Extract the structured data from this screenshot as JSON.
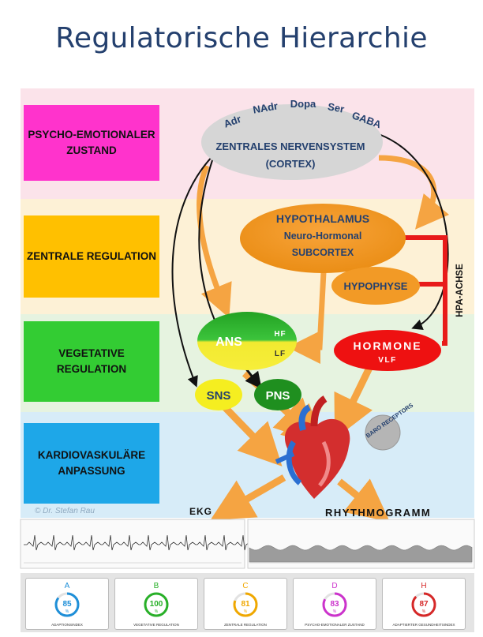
{
  "title": "Regulatorische Hierarchie",
  "levels": [
    {
      "label": "PSYCHO-EMOTIONALER ZUSTAND",
      "color": "#ff33cc"
    },
    {
      "label": "ZENTRALE REGULATION",
      "color": "#ffc000"
    },
    {
      "label": "VEGETATIVE REGULATION",
      "color": "#33cc33"
    },
    {
      "label": "KARDIOVASKULÄRE ANPASSUNG",
      "color": "#1ea7e8"
    }
  ],
  "cns": {
    "neurotransmitters": [
      "Adr",
      "NAdr",
      "Dopa",
      "Ser",
      "GABA"
    ],
    "title": "ZENTRALES NERVENSYSTEM",
    "subtitle": "(CORTEX)"
  },
  "hypothalamus": {
    "title": "HYPOTHALAMUS",
    "line2": "Neuro-Hormonal",
    "line3": "SUBCORTEX"
  },
  "hypophyse": "HYPOPHYSE",
  "hpa_axis": "HPA-ACHSE",
  "hormone": {
    "title": "HORMONE",
    "sub": "VLF"
  },
  "ans": {
    "label": "ANS",
    "hf": "HF",
    "lf": "LF"
  },
  "sns": "SNS",
  "pns": "PNS",
  "baro": "BARO RECEPTORS",
  "copyright": "© Dr. Stefan Rau",
  "ekg_label": "EKG",
  "rhythmogramm_label": "RHYTHMOGRAMM",
  "gauges": [
    {
      "letter": "A",
      "value": "85",
      "unit": "%",
      "label": "ADAPTIONSINDEX",
      "color": "#1e8fd8"
    },
    {
      "letter": "B",
      "value": "100",
      "unit": "%",
      "label": "VEGETATIVE REGULATION",
      "color": "#28b028"
    },
    {
      "letter": "C",
      "value": "81",
      "unit": "%",
      "label": "ZENTRALE REGULATION",
      "color": "#f0a800"
    },
    {
      "letter": "D",
      "value": "83",
      "unit": "%",
      "label": "PSYCHO-EMOTIONALER ZUSTAND",
      "color": "#cc33cc"
    },
    {
      "letter": "H",
      "value": "87",
      "unit": "%",
      "label": "ADAPTIERTER GESUNDHEITSINDEX",
      "color": "#d62828"
    }
  ]
}
